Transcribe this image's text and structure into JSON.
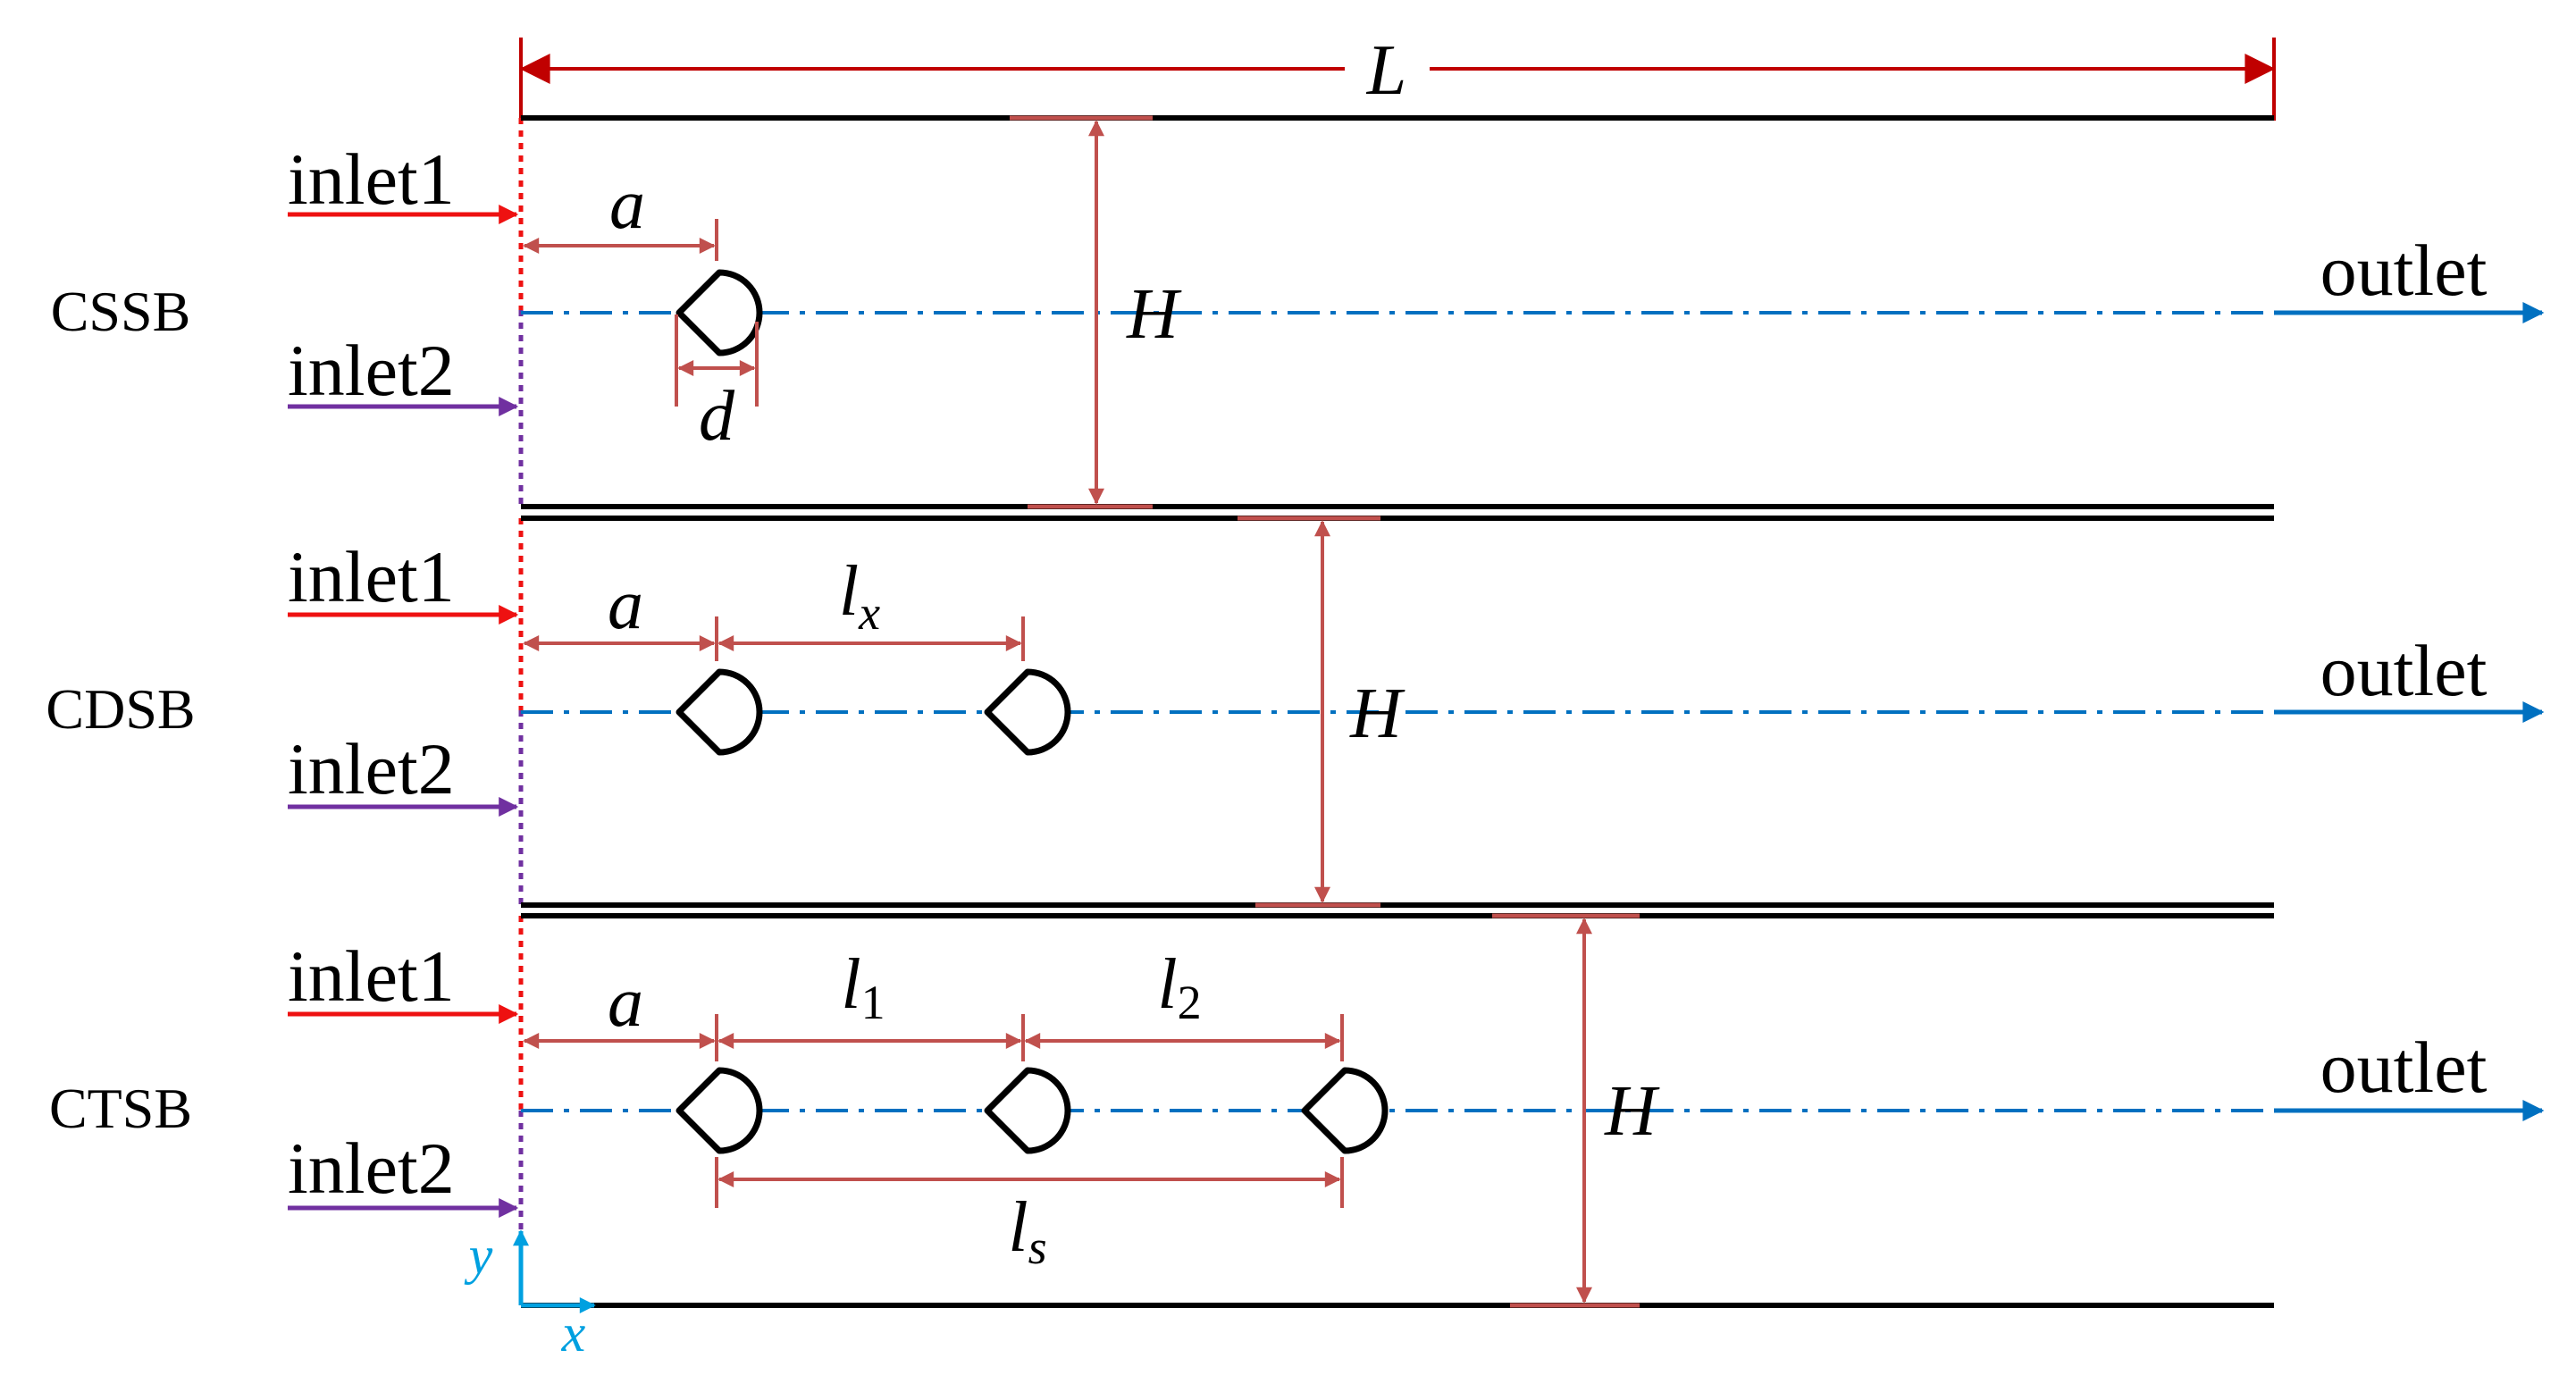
{
  "colors": {
    "inlet1": "#ee1111",
    "inlet2": "#7030a0",
    "outlet": "#0070c0",
    "dimension": "#c0504d",
    "wall": "#000000",
    "axis": "#00a0e0"
  },
  "dimension_L": "L",
  "cases": [
    {
      "name": "CSSB",
      "inlet1": "inlet1",
      "inlet2": "inlet2",
      "outlet": "outlet",
      "dim_a": "a",
      "dim_d": "d",
      "dim_H": "H"
    },
    {
      "name": "CDSB",
      "inlet1": "inlet1",
      "inlet2": "inlet2",
      "outlet": "outlet",
      "dim_a": "a",
      "dim_lx": "l",
      "dim_lx_sub": "x",
      "dim_H": "H"
    },
    {
      "name": "CTSB",
      "inlet1": "inlet1",
      "inlet2": "inlet2",
      "outlet": "outlet",
      "dim_a": "a",
      "dim_l1": "l",
      "dim_l1_sub": "1",
      "dim_l2": "l",
      "dim_l2_sub": "2",
      "dim_ls": "l",
      "dim_ls_sub": "s",
      "dim_H": "H"
    }
  ],
  "axes": {
    "x": "x",
    "y": "y"
  }
}
